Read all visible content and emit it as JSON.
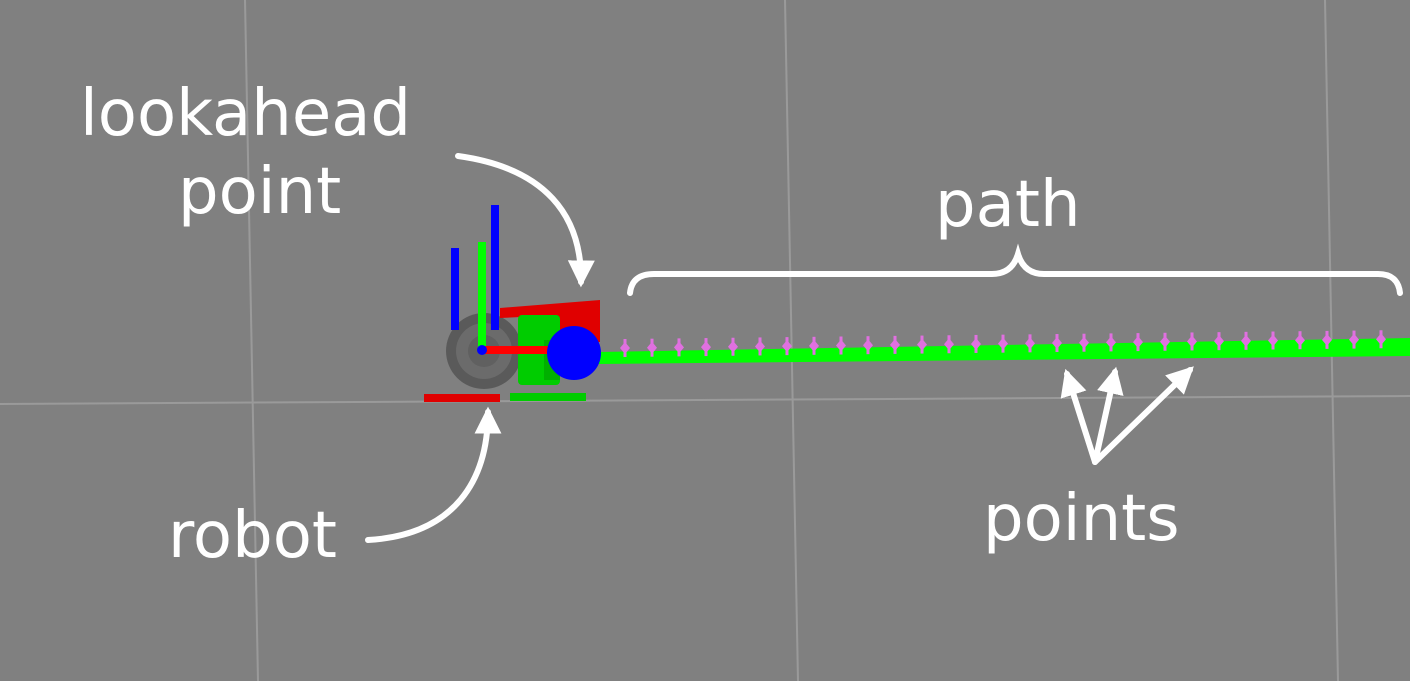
{
  "labels": {
    "lookahead_line1": "lookahead",
    "lookahead_line2": "point",
    "path": "path",
    "robot": "robot",
    "points": "points"
  },
  "colors": {
    "background": "#808080",
    "grid": "#9a9a9a",
    "path": "#00ff00",
    "points": "#e070e0",
    "annotation": "#ffffff",
    "axis_x": "#ff0000",
    "axis_y": "#00ff00",
    "axis_z": "#0000ff",
    "lookahead_marker": "#0000ff",
    "wheel": "#5a5a5a"
  },
  "icons": {
    "robot": "robot-model-icon",
    "lookahead": "lookahead-sphere-icon",
    "path_point": "path-point-marker-icon"
  }
}
